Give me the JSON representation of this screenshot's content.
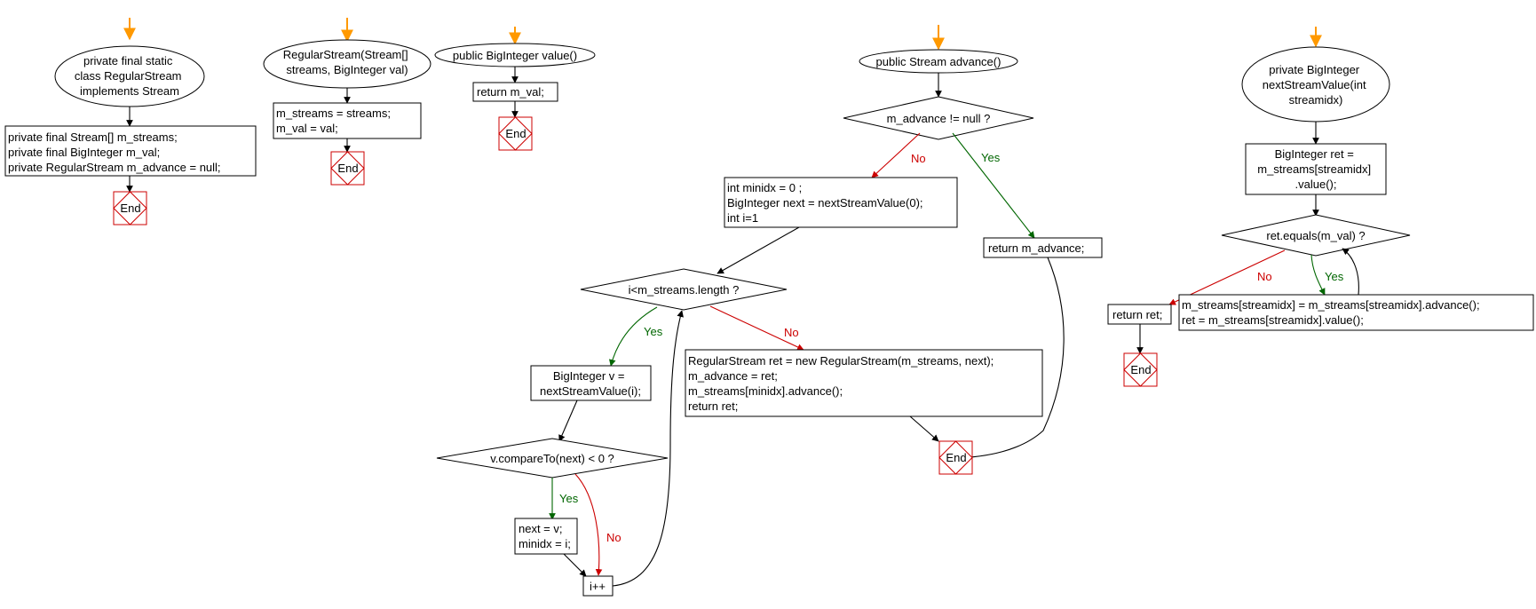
{
  "colors": {
    "start": "#ff9900",
    "yes": "#006600",
    "no": "#cc0000",
    "default": "#000000",
    "end": "#cc0000"
  },
  "labels": {
    "yes": "Yes",
    "no": "No",
    "end": "End"
  },
  "nodes": {
    "n1": [
      "private final static",
      "class RegularStream",
      "implements Stream"
    ],
    "n2": [
      "private final Stream[] m_streams;",
      "private final BigInteger m_val;",
      "private RegularStream m_advance = null;"
    ],
    "n3": [
      "RegularStream(Stream[]",
      "streams, BigInteger val)"
    ],
    "n4": [
      "m_streams = streams;",
      "m_val = val;"
    ],
    "n5": [
      "public BigInteger value()"
    ],
    "n6": [
      "return m_val;"
    ],
    "n7": [
      "public Stream advance()"
    ],
    "n8": [
      "m_advance != null ?"
    ],
    "n9": [
      "int minidx = 0 ;",
      "BigInteger next = nextStreamValue(0);",
      "int i=1"
    ],
    "n10": [
      "return m_advance;"
    ],
    "n11": [
      "i<m_streams.length ?"
    ],
    "n12": [
      "BigInteger v =",
      "nextStreamValue(i);"
    ],
    "n13": [
      "RegularStream ret = new RegularStream(m_streams, next);",
      "m_advance = ret;",
      "m_streams[minidx].advance();",
      "return ret;"
    ],
    "n14": [
      "v.compareTo(next) < 0 ?"
    ],
    "n15": [
      "next = v;",
      "minidx = i;"
    ],
    "n16": [
      "i++"
    ],
    "n17": [
      "private BigInteger",
      "nextStreamValue(int",
      "streamidx)"
    ],
    "n18": [
      "BigInteger ret =",
      "m_streams[streamidx]",
      ".value();"
    ],
    "n19": [
      "ret.equals(m_val) ?"
    ],
    "n20": [
      "return ret;"
    ],
    "n21": [
      "m_streams[streamidx] = m_streams[streamidx].advance();",
      "ret = m_streams[streamidx].value();"
    ]
  }
}
